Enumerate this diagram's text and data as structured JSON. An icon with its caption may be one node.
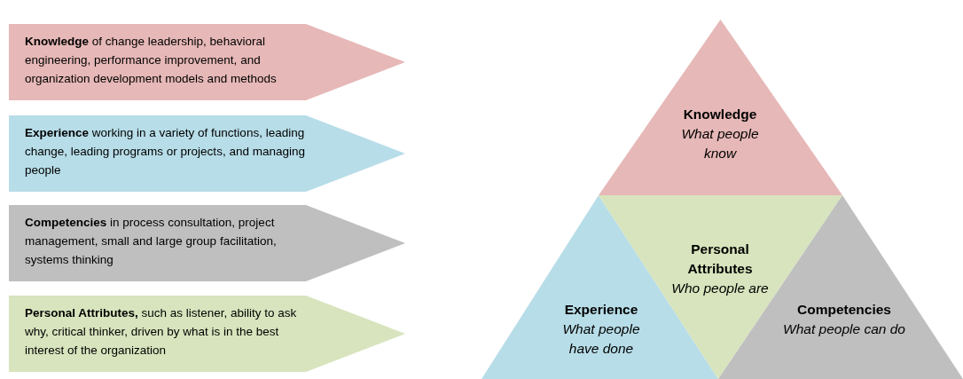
{
  "diagram": {
    "nodes": [
      {
        "text": [
          "**Knowledge** of change leadership, behavioral engineering, performance improvement, and organization development models and methods"
        ]
      },
      {
        "text": [
          "**Experience** working in a variety of functions, leading change, leading programs or projects, and managing people"
        ]
      },
      {
        "text": [
          "**Competencies** in process consultation, project management, small and large group facilitation, systems thinking"
        ]
      },
      {
        "text": [
          "**Personal Attributes,** such as listener, ability to ask why, critical thinker, driven by what is in the best interest of the organization"
        ]
      },
      {
        "text": [
          "Knowledge",
          "What people know"
        ]
      },
      {
        "text": [
          "Experience",
          "What people have done"
        ]
      },
      {
        "text": [
          "Personal Attributes",
          "Who people are"
        ]
      },
      {
        "text": [
          "Competencies",
          "What people can do"
        ]
      }
    ]
  }
}
